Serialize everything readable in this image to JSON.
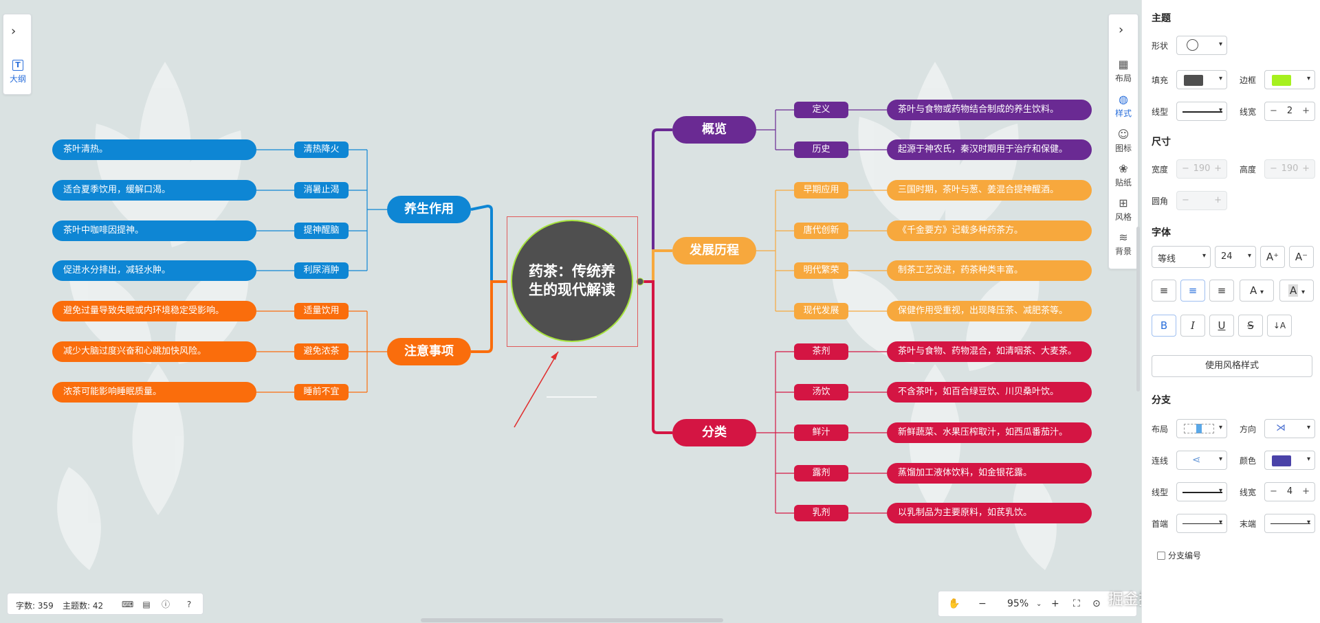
{
  "colors": {
    "blue": "#0e86d4",
    "orange": "#fa6d0c",
    "purple": "#6a2a93",
    "amber": "#f7a83d",
    "crimson": "#d41543",
    "root_fill": "#4f4f4f",
    "root_border": "#a6e33c",
    "accent": "#2a6fdb"
  },
  "left_toolbar": {
    "outline_label": "大纲"
  },
  "right_toolbar": {
    "items": [
      {
        "label": "布局",
        "icon": "layout-icon"
      },
      {
        "label": "样式",
        "icon": "palette-icon"
      },
      {
        "label": "图标",
        "icon": "smiley-icon"
      },
      {
        "label": "贴纸",
        "icon": "sticker-icon"
      },
      {
        "label": "风格",
        "icon": "grid-icon"
      },
      {
        "label": "背景",
        "icon": "layers-icon"
      }
    ],
    "active": "样式"
  },
  "mindmap": {
    "root": {
      "line1": "药茶：传统养",
      "line2": "生的现代解读"
    },
    "branches": {
      "health": {
        "title": "养生作用",
        "items": [
          {
            "key": "清热降火",
            "desc": "茶叶清热。"
          },
          {
            "key": "消暑止渴",
            "desc": "适合夏季饮用，缓解口渴。"
          },
          {
            "key": "提神醒脑",
            "desc": "茶叶中咖啡因提神。"
          },
          {
            "key": "利尿消肿",
            "desc": "促进水分排出，减轻水肿。"
          }
        ]
      },
      "caution": {
        "title": "注意事项",
        "items": [
          {
            "key": "适量饮用",
            "desc": "避免过量导致失眠或内环境稳定受影响。"
          },
          {
            "key": "避免浓茶",
            "desc": "减少大脑过度兴奋和心跳加快风险。"
          },
          {
            "key": "睡前不宜",
            "desc": "浓茶可能影响睡眠质量。"
          }
        ]
      },
      "overview": {
        "title": "概览",
        "items": [
          {
            "key": "定义",
            "desc": "茶叶与食物或药物结合制成的养生饮料。"
          },
          {
            "key": "历史",
            "desc": "起源于神农氏，秦汉时期用于治疗和保健。"
          }
        ]
      },
      "history": {
        "title": "发展历程",
        "items": [
          {
            "key": "早期应用",
            "desc": "三国时期，茶叶与葱、姜混合提神醒酒。"
          },
          {
            "key": "唐代创新",
            "desc": "《千金要方》记载多种药茶方。"
          },
          {
            "key": "明代繁荣",
            "desc": "制茶工艺改进，药茶种类丰富。"
          },
          {
            "key": "现代发展",
            "desc": "保健作用受重视，出现降压茶、减肥茶等。"
          }
        ]
      },
      "category": {
        "title": "分类",
        "items": [
          {
            "key": "茶剂",
            "desc": "茶叶与食物、药物混合，如清咽茶、大麦茶。"
          },
          {
            "key": "汤饮",
            "desc": "不含茶叶，如百合绿豆饮、川贝桑叶饮。"
          },
          {
            "key": "鲜汁",
            "desc": "新鲜蔬菜、水果压榨取汁，如西瓜番茄汁。"
          },
          {
            "key": "露剂",
            "desc": "蒸馏加工液体饮料，如金银花露。"
          },
          {
            "key": "乳剂",
            "desc": "以乳制品为主要原料，如芪乳饮。"
          }
        ]
      }
    }
  },
  "status": {
    "word_count": "字数: 359",
    "topic_count": "主题数: 42"
  },
  "zoom": {
    "level": "95%"
  },
  "watermark": "掘金技术社区 @ 图形天下",
  "panel": {
    "theme_section": "主题",
    "shape_label": "形状",
    "fill_label": "填充",
    "fill_color": "#4f4f4f",
    "border_label": "边框",
    "border_color": "#a6f01e",
    "linetype_label": "线型",
    "linewidth_label": "线宽",
    "linewidth_value": "2",
    "size_section": "尺寸",
    "width_label": "宽度",
    "width_value": "190",
    "height_label": "高度",
    "height_value": "190",
    "radius_label": "圆角",
    "font_section": "字体",
    "font_family": "等线",
    "font_size": "24",
    "font_increase": "A⁺",
    "font_decrease": "A⁻",
    "text_color_glyph": "A",
    "highlight_glyph": "A",
    "bold_glyph": "B",
    "italic_glyph": "I",
    "underline_glyph": "U",
    "strike_glyph": "S",
    "sort_glyph": "↓A",
    "use_style_button": "使用风格样式",
    "branch_section": "分支",
    "layout_label": "布局",
    "direction_label": "方向",
    "connector_label": "连线",
    "color_label": "颜色",
    "branch_color": "#4a42a8",
    "branch_linetype_label": "线型",
    "branch_linewidth_label": "线宽",
    "branch_linewidth_value": "4",
    "head_label": "首端",
    "tail_label": "末端",
    "numbering_label": "分支编号"
  }
}
